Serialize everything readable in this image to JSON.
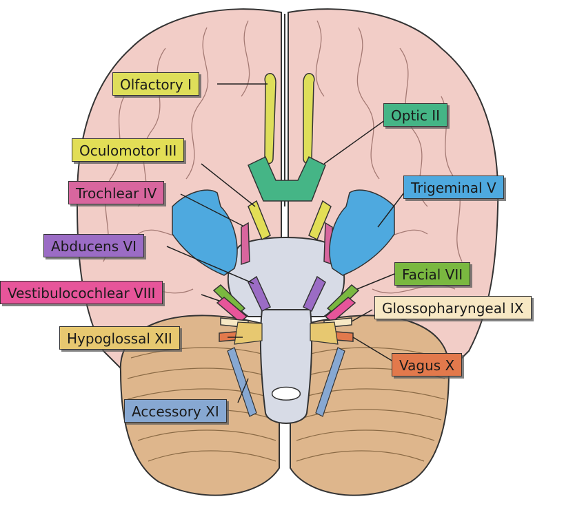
{
  "colors": {
    "cerebrum": "#f2cdc7",
    "cerebellum": "#deb68c",
    "brainstem": "#d7dbe6",
    "olfactory": "#dede5a",
    "optic": "#45b586",
    "oculomotor": "#e2de56",
    "trochlear": "#d8669e",
    "trigeminal": "#4ea9df",
    "abducens": "#9b6cc5",
    "facial": "#7ab840",
    "vestibulocochlear": "#e7559a",
    "glossopharyngeal": "#f7e8c4",
    "vagus": "#e2794c",
    "hypoglossal": "#e7c870",
    "accessory": "#87a8d2"
  },
  "labels": {
    "olfactory": "Olfactory I",
    "optic": "Optic II",
    "oculomotor": "Oculomotor III",
    "trochlear": "Trochlear IV",
    "trigeminal": "Trigeminal V",
    "abducens": "Abducens VI",
    "facial": "Facial VII",
    "vestibulocochlear": "Vestibulocochlear VIII",
    "glossopharyngeal": "Glossopharyngeal IX",
    "vagus": "Vagus X",
    "hypoglossal": "Hypoglossal XII",
    "accessory": "Accessory XI"
  }
}
